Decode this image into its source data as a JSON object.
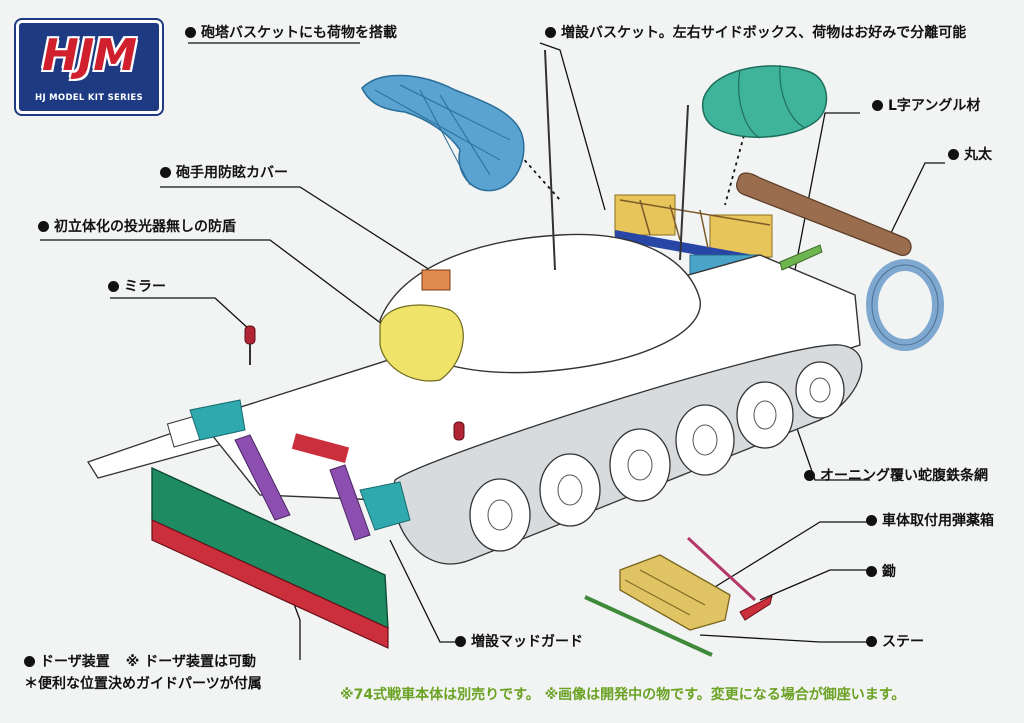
{
  "logo": {
    "mark": "HJM",
    "series": "HJ MODEL KIT SERIES"
  },
  "labels": {
    "turret_basket": "砲塔バスケットにも荷物を搭載",
    "extra_basket": "増設バスケット。左右サイドボックス、荷物はお好みで分離可能",
    "angle_iron": "L字アングル材",
    "log": "丸太",
    "gunner_cover": "砲手用防眩カバー",
    "mantlet": "初立体化の投光器無しの防盾",
    "mirror": "ミラー",
    "wire_mesh": "オーニング覆い蛇腹鉄条網",
    "ammo_box": "車体取付用弾薬箱",
    "pickaxe": "鋤",
    "stay": "ステー",
    "mud_guard": "増設マッドガード",
    "dozer": "ドーザ装置",
    "dozer_note": "※ ドーザ装置は可動",
    "guide_note": "＊便利な位置決めガイドパーツが付属"
  },
  "footer": "※74式戦車本体は別売りです。 ※画像は開発中の物です。変更になる場合が御座います。",
  "colors": {
    "blade_green": "#1f8b63",
    "blade_red": "#cc2f3c",
    "basket_blue": "#2746a6",
    "box_teal": "#2fa9ad",
    "cargo_teal": "#3fb49b",
    "cargo_blue": "#4aa3c9",
    "log_brown": "#9a6d4f",
    "wire_blue": "#7ea8cf",
    "ammo_yellow": "#e0c463",
    "mantlet_yellow": "#f0e36a",
    "mirror_red": "#b02433",
    "footer_green": "#6aa223"
  }
}
